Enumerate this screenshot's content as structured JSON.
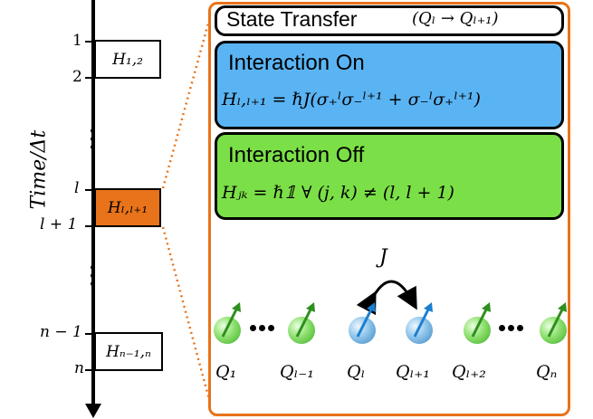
{
  "timeline": {
    "axis_label": "Time/Δt",
    "ticks": {
      "t1": "1",
      "t2": "2",
      "tl": "l",
      "tl1": "l + 1",
      "tn1": "n − 1",
      "tn": "n"
    },
    "blocks": {
      "h12": "H₁,₂",
      "hl": "Hₗ,ₗ₊₁",
      "hn": "Hₙ₋₁,ₙ"
    }
  },
  "panel": {
    "transfer": {
      "title": "State Transfer",
      "formula": "(Qₗ → Qₗ₊₁)"
    },
    "on": {
      "title": "Interaction On",
      "equation": "Hₗ,ₗ₊₁ = ℏJ(σ₊ˡσ₋ˡ⁺¹ + σ₋ˡσ₊ˡ⁺¹)"
    },
    "off": {
      "title": "Interaction Off",
      "equation": "Hⱼₖ = ℏ𝟙  ∀  (j, k) ≠ (l, l + 1)"
    },
    "coupling_label": "J",
    "qubits": [
      "Q₁",
      "Qₗ₋₁",
      "Qₗ",
      "Qₗ₊₁",
      "Qₗ₊₂",
      "Qₙ"
    ]
  },
  "colors": {
    "orange": "#e8731a",
    "blue": "#5ab4f4",
    "green": "#7be047"
  }
}
